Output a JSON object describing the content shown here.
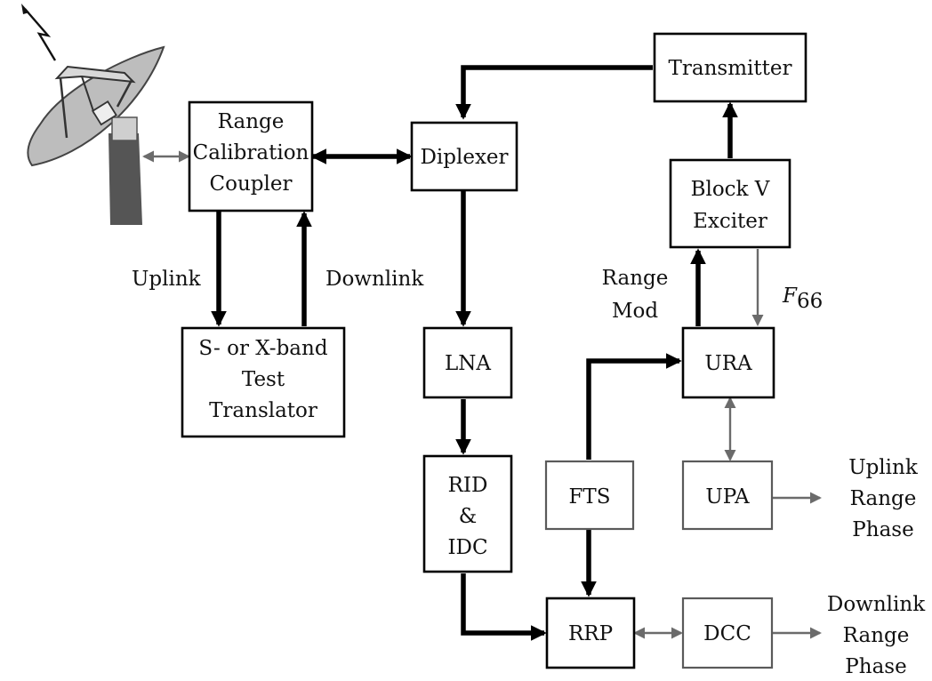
{
  "blocks": {
    "range_calibration_coupler": [
      "Range",
      "Calibration",
      "Coupler"
    ],
    "diplexer": [
      "Diplexer"
    ],
    "transmitter": [
      "Transmitter"
    ],
    "block_v_exciter": [
      "Block V",
      "Exciter"
    ],
    "test_translator": [
      "S- or X-band",
      "Test",
      "Translator"
    ],
    "lna": [
      "LNA"
    ],
    "rid_idc": [
      "RID",
      "&",
      "IDC"
    ],
    "fts": [
      "FTS"
    ],
    "ura": [
      "URA"
    ],
    "upa": [
      "UPA"
    ],
    "rrp": [
      "RRP"
    ],
    "dcc": [
      "DCC"
    ]
  },
  "labels": {
    "uplink": "Uplink",
    "downlink": "Downlink",
    "range_mod": [
      "Range",
      "Mod"
    ],
    "f66_symbol": "F",
    "f66_subscript": "66",
    "uplink_range_phase": [
      "Uplink",
      "Range",
      "Phase"
    ],
    "downlink_range_phase": [
      "Downlink",
      "Range",
      "Phase"
    ]
  },
  "icons": {
    "antenna": "dish-antenna-icon",
    "signal": "lightning-signal-icon"
  }
}
